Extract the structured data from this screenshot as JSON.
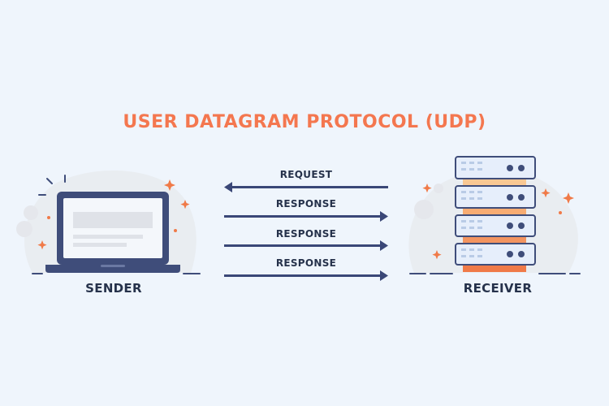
{
  "title": "USER DATAGRAM PROTOCOL (UDP)",
  "sender": {
    "label": "SENDER"
  },
  "receiver": {
    "label": "RECEIVER"
  },
  "messages": [
    {
      "label": "REQUEST",
      "direction": "left"
    },
    {
      "label": "RESPONSE",
      "direction": "right"
    },
    {
      "label": "RESPONSE",
      "direction": "right"
    },
    {
      "label": "RESPONSE",
      "direction": "right"
    }
  ],
  "colors": {
    "title": "#f4774f",
    "arrow": "#3a4777",
    "accent": "#f07a48",
    "background": "#eff5fc",
    "device": "#3f4d7a",
    "server_unit": "#e6eefb"
  },
  "icons": [
    "laptop-icon",
    "server-rack-icon",
    "sparkle-icon"
  ]
}
